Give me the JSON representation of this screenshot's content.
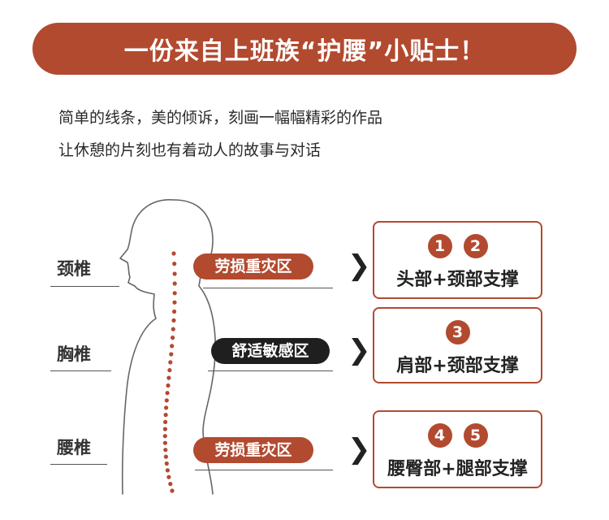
{
  "title": "一份来自上班族“护腰”小贴士！",
  "intro": {
    "line1": "简单的线条，美的倾诉，刻画一幅幅精彩的作品",
    "line2": "让休憩的片刻也有着动人的故事与对话"
  },
  "rows": [
    {
      "spine": "颈椎",
      "zone": "劳损重灾区",
      "nums": [
        "1",
        "2"
      ],
      "support": "头部+颈部支撑"
    },
    {
      "spine": "胸椎",
      "zone": "舒适敏感区",
      "nums": [
        "3"
      ],
      "support": "肩部+颈部支撑"
    },
    {
      "spine": "腰椎",
      "zone": "劳损重灾区",
      "nums": [
        "4",
        "5"
      ],
      "support": "腰臀部+腿部支撑"
    }
  ],
  "colors": {
    "accent": "#b24a30",
    "dark_tag": "#1f1f1f"
  },
  "icons": {
    "arrow": "chevron-right-icon"
  }
}
